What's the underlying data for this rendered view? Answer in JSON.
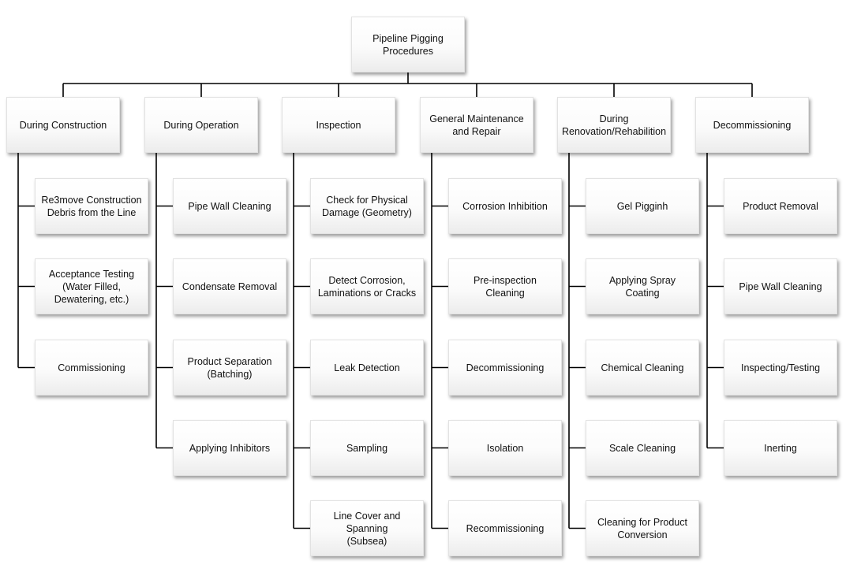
{
  "root": {
    "label": "Pipeline Pigging\nProcedures"
  },
  "columns": [
    {
      "label": "During Construction",
      "items": [
        "Re3move Construction\nDebris from the Line",
        "Acceptance Testing\n(Water Filled,\nDewatering, etc.)",
        "Commissioning"
      ]
    },
    {
      "label": "During Operation",
      "items": [
        "Pipe Wall Cleaning",
        "Condensate Removal",
        "Product Separation\n(Batching)",
        "Applying Inhibitors"
      ]
    },
    {
      "label": "Inspection",
      "items": [
        "Check for Physical\nDamage (Geometry)",
        "Detect Corrosion,\nLaminations or Cracks",
        "Leak Detection",
        "Sampling",
        "Line Cover and Spanning\n(Subsea)"
      ]
    },
    {
      "label": "General Maintenance\nand Repair",
      "items": [
        "Corrosion Inhibition",
        "Pre-inspection Cleaning",
        "Decommissioning",
        "Isolation",
        "Recommissioning"
      ]
    },
    {
      "label": "During\nRenovation/Rehabilition",
      "items": [
        "Gel Pigginh",
        "Applying Spray Coating",
        "Chemical Cleaning",
        "Scale Cleaning",
        "Cleaning for Product\nConversion"
      ]
    },
    {
      "label": "Decommissioning",
      "items": [
        "Product Removal",
        "Pipe Wall Cleaning",
        "Inspecting/Testing",
        "Inerting"
      ]
    }
  ]
}
